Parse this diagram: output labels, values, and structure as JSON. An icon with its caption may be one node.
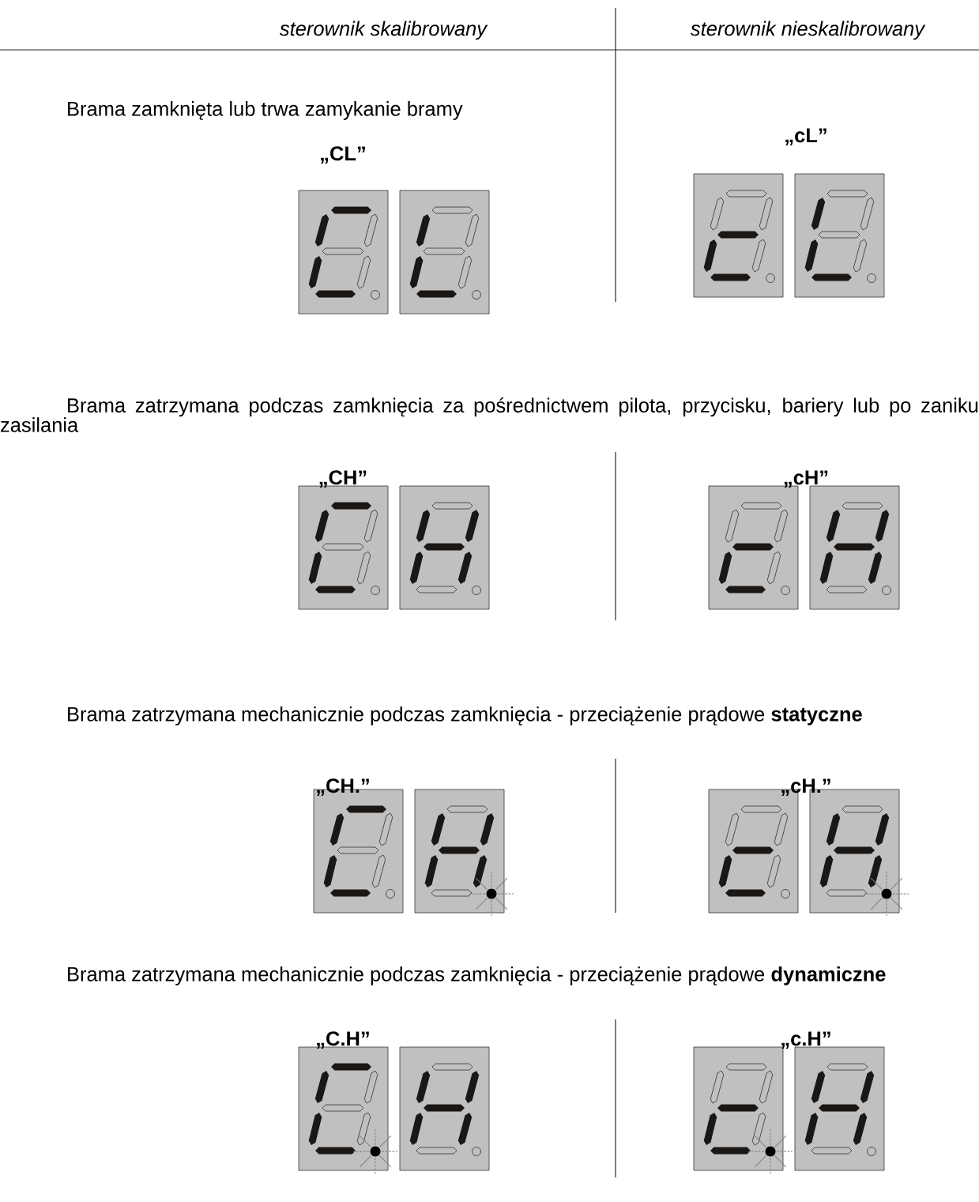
{
  "diagram": {
    "labels": [
      "sterownik skalibrowany",
      "sterownik nieskalibrowany",
      "Brama zamknięta lub trwa zamykanie bramy",
      "„CL”",
      "„cL”",
      "Brama zatrzymana podczas zamknięcia za pośrednictwem pilota, przycisku, bariery lub po zaniku zasilania",
      "„CH”",
      "„cH”",
      "Brama zatrzymana mechanicznie podczas zamknięcia - przeciążenie prądowe **statyczne**",
      "„CH.”",
      "„cH.”",
      "Brama zatrzymana mechanicznie podczas zamknięcia - przeciążenie prądowe **dynamiczne**",
      "„C.H”",
      "„c.H”"
    ]
  }
}
